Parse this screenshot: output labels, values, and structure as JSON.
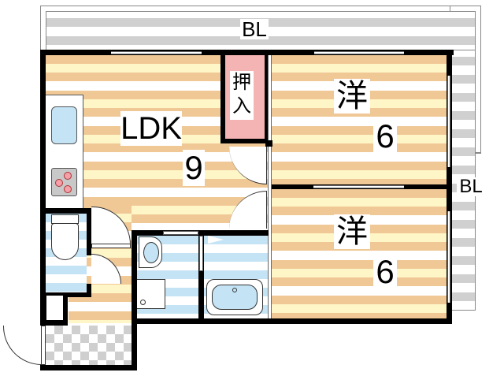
{
  "floorplan": {
    "title": "2LDK floor plan",
    "colors": {
      "wall": "#000000",
      "wood_floor_a": "#f0c896",
      "wood_floor_b": "#fff6c8",
      "wet_area": "#c4e4f6",
      "closet": "#f5b4b4",
      "balcony": "#d0d0d0",
      "entrance_tile": "#cfcfcf"
    },
    "rooms": {
      "ldk": {
        "label": "LDK",
        "size": "9"
      },
      "western_room_1": {
        "label": "洋",
        "size": "6"
      },
      "western_room_2": {
        "label": "洋",
        "size": "6"
      },
      "closet": {
        "label_line1": "押",
        "label_line2": "入"
      },
      "balcony_top": {
        "label": "BL"
      },
      "balcony_right": {
        "label": "BL"
      }
    },
    "fixtures": [
      "kitchen-sink",
      "stove",
      "toilet",
      "washbasin",
      "washing-machine-space",
      "bathtub",
      "entrance-door"
    ]
  }
}
